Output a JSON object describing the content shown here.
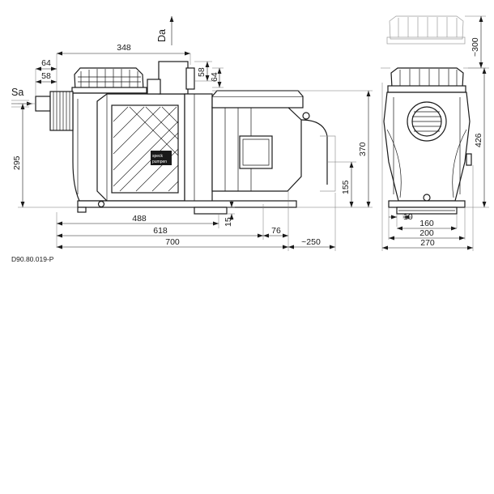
{
  "drawing_code": "D90.80.019-P",
  "flow_labels": {
    "suction": "Sa",
    "discharge": "Da"
  },
  "brand_plate": {
    "line1": "speck",
    "line2": "pumpen"
  },
  "side_view_dims": {
    "top_width": "348",
    "suction_offset_outer": "64",
    "suction_offset_inner": "58",
    "discharge_height_a": "58",
    "discharge_height_b": "64",
    "suction_center_height": "295",
    "length_488": "488",
    "length_618": "618",
    "length_700": "700",
    "base_height": "15",
    "cable_offset": "76",
    "cable_length": "~250",
    "total_height": "370",
    "cable_height": "155"
  },
  "end_view_dims": {
    "lid_clearance": "~300",
    "total_height": "426",
    "foot_10": "10",
    "foot_160": "160",
    "foot_200": "200",
    "width_270": "270"
  }
}
